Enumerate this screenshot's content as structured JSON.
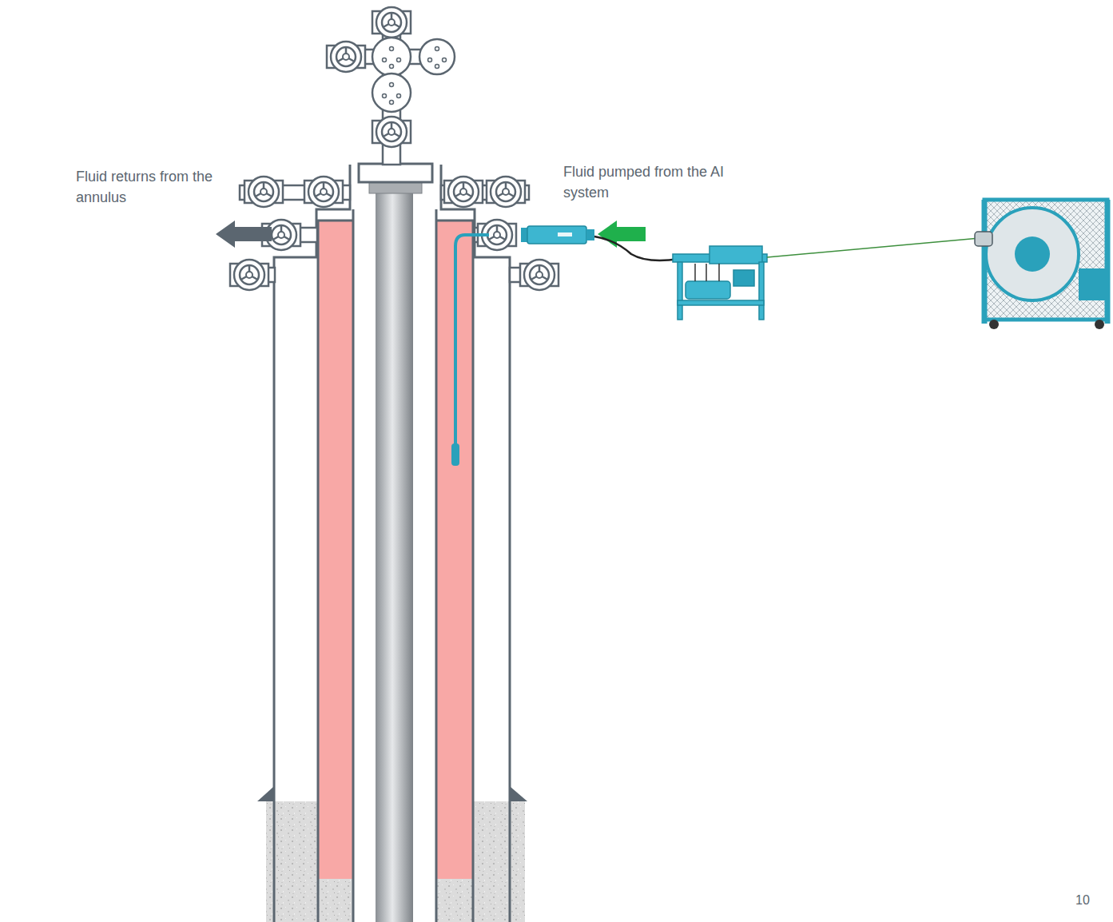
{
  "diagram": {
    "labels": [
      "Fluid returns from the annulus",
      "Fluid pumped from the AI system",
      "10"
    ]
  }
}
